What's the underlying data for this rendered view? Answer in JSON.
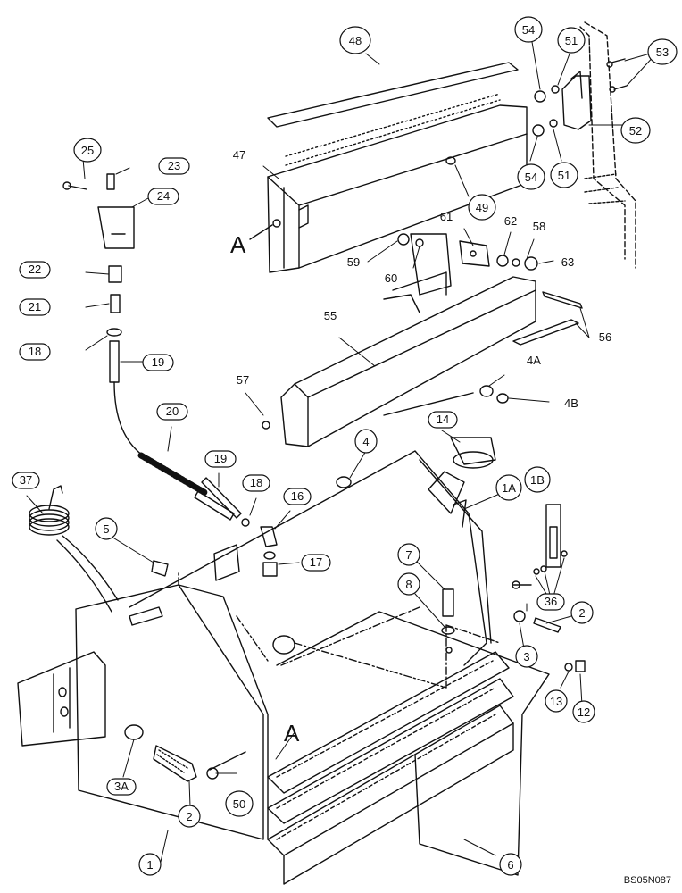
{
  "drawing_code": "BS05N087",
  "view_marks": [
    "A",
    "A"
  ],
  "callouts": {
    "c1": "1",
    "c1A": "1A",
    "c1B": "1B",
    "c2a": "2",
    "c2b": "2",
    "c3": "3",
    "c3A": "3A",
    "c4": "4",
    "c4A": "4A",
    "c4B": "4B",
    "c5": "5",
    "c6": "6",
    "c7": "7",
    "c8": "8",
    "c12": "12",
    "c13": "13",
    "c14": "14",
    "c16": "16",
    "c17": "17",
    "c18a": "18",
    "c18b": "18",
    "c19a": "19",
    "c19b": "19",
    "c20": "20",
    "c21": "21",
    "c22": "22",
    "c23": "23",
    "c24": "24",
    "c25": "25",
    "c36": "36",
    "c37": "37",
    "c47": "47",
    "c48": "48",
    "c49": "49",
    "c50": "50",
    "c51a": "51",
    "c51b": "51",
    "c52": "52",
    "c53": "53",
    "c54a": "54",
    "c54b": "54",
    "c55": "55",
    "c56": "56",
    "c57": "57",
    "c58": "58",
    "c59": "59",
    "c60": "60",
    "c61": "61",
    "c62": "62",
    "c63": "63"
  }
}
